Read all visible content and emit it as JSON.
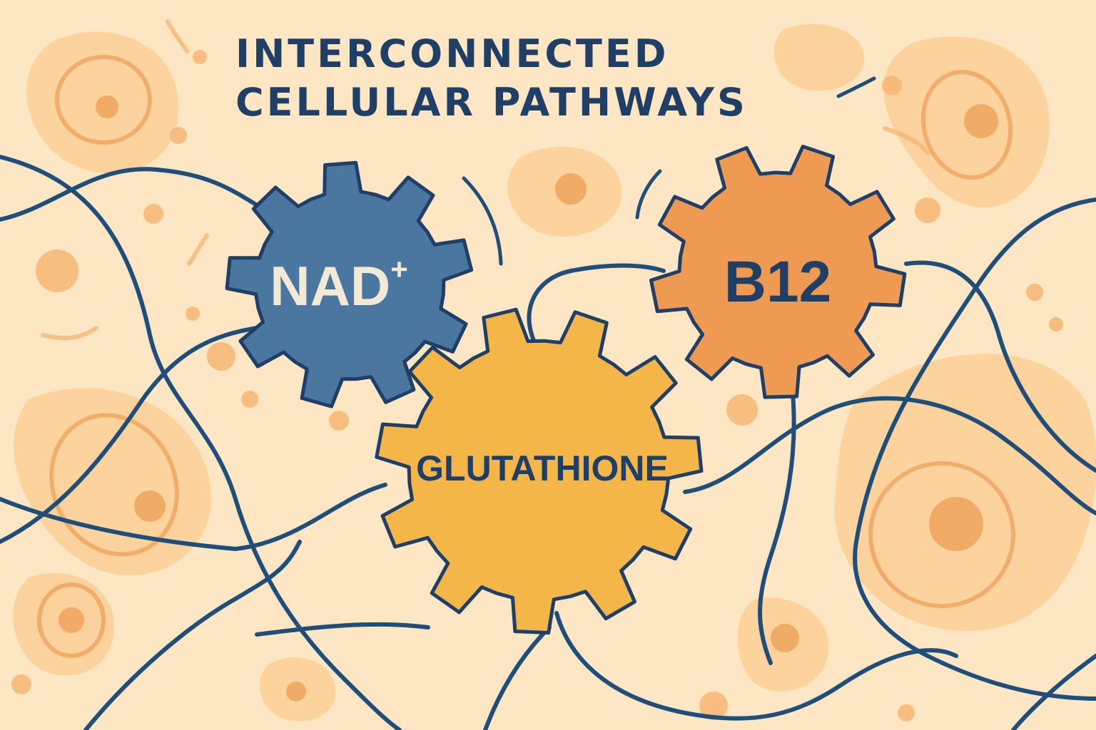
{
  "title": {
    "line1": "INTERCONNECTED",
    "line2": "CELLULAR PATHWAYS"
  },
  "gears": [
    {
      "label": "NAD",
      "superscript": "+",
      "color": "#4a76a0",
      "text_color": "#f3ead6"
    },
    {
      "label": "B12",
      "color": "#ee9a52",
      "text_color": "#1f3f67"
    },
    {
      "label": "GLUTATHIONE",
      "color": "#f5b649",
      "text_color": "#1f3f67"
    }
  ],
  "colors": {
    "background": "#fde6c4",
    "pathway": "#1f4e7a",
    "outline": "#1f3f67",
    "cell_light": "#fbcf95",
    "cell_mid": "#f6b673",
    "cell_dark": "#ec9d55"
  }
}
